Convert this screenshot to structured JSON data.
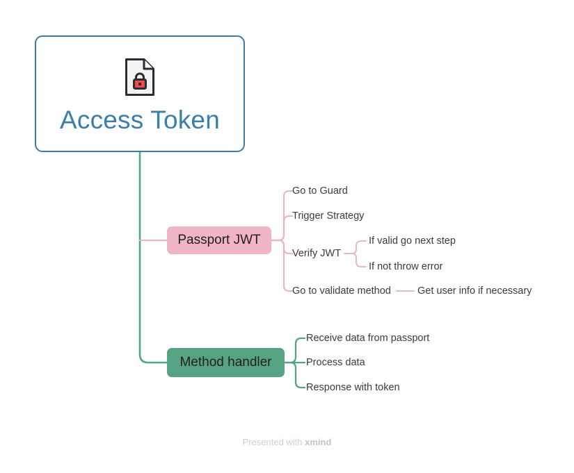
{
  "root": {
    "title": "Access Token",
    "icon": "document-lock-icon",
    "border_color": "#3A7CA8",
    "text_color": "#3B7EA8"
  },
  "branches": [
    {
      "id": "passport",
      "label": "Passport JWT",
      "color": "#F0B6C6",
      "line_color": "#E8B9C3",
      "children": [
        {
          "label": "Go to Guard",
          "children": []
        },
        {
          "label": "Trigger Strategy",
          "children": []
        },
        {
          "label": "Verify JWT",
          "children": [
            {
              "label": "If valid go next step"
            },
            {
              "label": "If not throw error"
            }
          ]
        },
        {
          "label": "Go to validate method",
          "children": [
            {
              "label": "Get user info if necessary"
            }
          ]
        }
      ]
    },
    {
      "id": "method",
      "label": "Method handler",
      "color": "#55A383",
      "line_color": "#55A383",
      "children": [
        {
          "label": "Receive data from passport",
          "children": []
        },
        {
          "label": "Process data",
          "children": []
        },
        {
          "label": "Response with token",
          "children": []
        }
      ]
    }
  ],
  "footer": {
    "prefix": "Presented with ",
    "brand": "xmind"
  }
}
